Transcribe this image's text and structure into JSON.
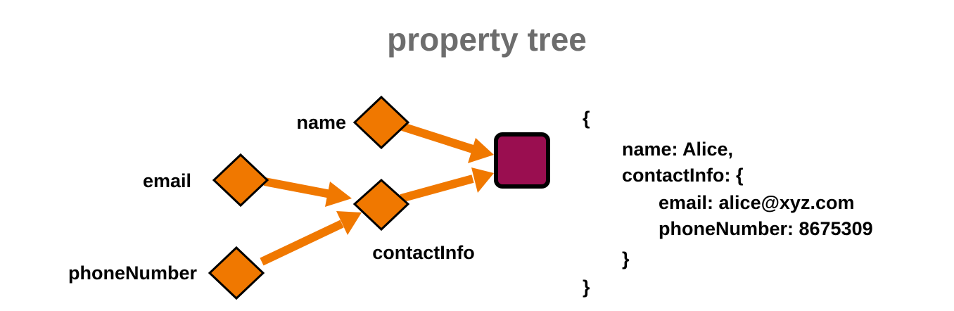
{
  "title": "property tree",
  "colors": {
    "title": "#6d6d6d",
    "arrow": "#f07800",
    "property_node_fill": "#f07800",
    "object_node_fill": "#9a0e50",
    "outline": "#000000",
    "text": "#000000"
  },
  "nodes": {
    "name": {
      "label": "name",
      "shape": "diamond"
    },
    "email": {
      "label": "email",
      "shape": "diamond"
    },
    "phone_number": {
      "label": "phoneNumber",
      "shape": "diamond"
    },
    "contact_info": {
      "label": "contactInfo",
      "shape": "diamond"
    },
    "root": {
      "label": "",
      "shape": "rounded-square"
    }
  },
  "edges": [
    {
      "from": "name",
      "to": "root"
    },
    {
      "from": "contact_info",
      "to": "root"
    },
    {
      "from": "email",
      "to": "contact_info"
    },
    {
      "from": "phone_number",
      "to": "contact_info"
    }
  ],
  "code_lines": [
    "{",
    "name: Alice,",
    "contactInfo: {",
    "email: alice@xyz.com",
    "phoneNumber: 8675309",
    "}",
    "}"
  ]
}
